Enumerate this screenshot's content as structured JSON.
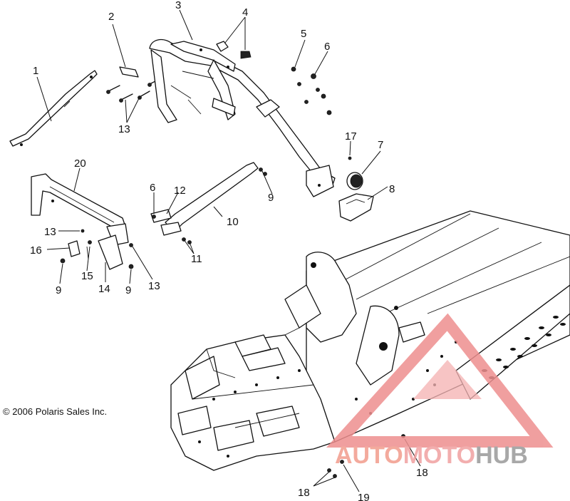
{
  "diagram": {
    "copyright": "© 2006 Polaris Sales Inc.",
    "callouts": [
      {
        "id": "1",
        "label": "1"
      },
      {
        "id": "2",
        "label": "2"
      },
      {
        "id": "3",
        "label": "3"
      },
      {
        "id": "4",
        "label": "4"
      },
      {
        "id": "5",
        "label": "5"
      },
      {
        "id": "6a",
        "label": "6"
      },
      {
        "id": "13a",
        "label": "13"
      },
      {
        "id": "17",
        "label": "17"
      },
      {
        "id": "7",
        "label": "7"
      },
      {
        "id": "20",
        "label": "20"
      },
      {
        "id": "6b",
        "label": "6"
      },
      {
        "id": "12",
        "label": "12"
      },
      {
        "id": "9a",
        "label": "9"
      },
      {
        "id": "8",
        "label": "8"
      },
      {
        "id": "10",
        "label": "10"
      },
      {
        "id": "13b",
        "label": "13"
      },
      {
        "id": "16",
        "label": "16"
      },
      {
        "id": "11",
        "label": "11"
      },
      {
        "id": "15",
        "label": "15"
      },
      {
        "id": "9b",
        "label": "9"
      },
      {
        "id": "14",
        "label": "14"
      },
      {
        "id": "9c",
        "label": "9"
      },
      {
        "id": "13c",
        "label": "13"
      },
      {
        "id": "18a",
        "label": "18"
      },
      {
        "id": "18b",
        "label": "18"
      },
      {
        "id": "19",
        "label": "19"
      }
    ]
  },
  "watermark": {
    "part1": "AUTO",
    "part2": "MOTO",
    "part3": "HUB",
    "color_auto": "#f29c8c",
    "color_moto": "#f0a0a0",
    "color_hub": "#9a9a9a"
  }
}
